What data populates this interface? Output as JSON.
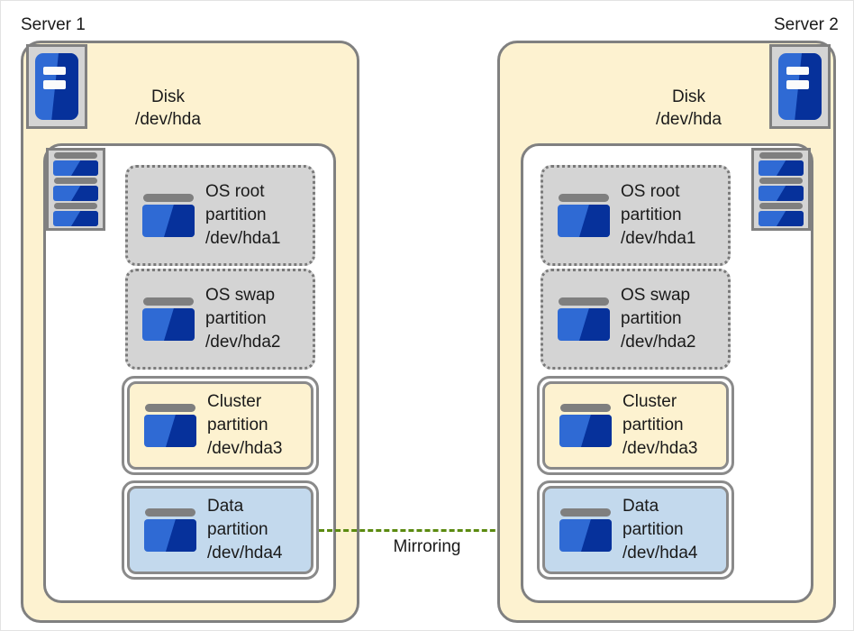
{
  "diagram": {
    "title_left": "Server 1",
    "title_right": "Server 2",
    "connector": {
      "label": "Mirroring",
      "color": "#4f8a0b",
      "style": "dashed-arrow",
      "direction": "left-to-right"
    },
    "colors": {
      "server_fill": "#fdf2d0",
      "disk_fill": "#ffffff",
      "os_partition_fill": "#d4d4d4",
      "cluster_partition_fill": "#fdf2d0",
      "data_partition_fill": "#c3d9ed",
      "outline": "#808080",
      "icon_blue_light": "#2f6ad4",
      "icon_blue_dark": "#06319b",
      "icon_cap_grey": "#7f7f7f"
    },
    "servers": [
      {
        "name": "Server 1",
        "icon_side": "left",
        "server_icon": "server-tower-icon",
        "disk_stack_icon": "disk-stack-icon",
        "disk": {
          "line1": "Disk",
          "line2": "/dev/hda"
        },
        "partitions": [
          {
            "line1": "OS root",
            "line2": "partition",
            "line3": "/dev/hda1",
            "style": "dotted"
          },
          {
            "line1": "OS swap",
            "line2": "partition",
            "line3": "/dev/hda2",
            "style": "dotted"
          },
          {
            "line1": "Cluster",
            "line2": "partition",
            "line3": "/dev/hda3",
            "style": "cluster"
          },
          {
            "line1": "Data",
            "line2": "partition",
            "line3": "/dev/hda4",
            "style": "data"
          }
        ]
      },
      {
        "name": "Server 2",
        "icon_side": "right",
        "server_icon": "server-tower-icon",
        "disk_stack_icon": "disk-stack-icon",
        "disk": {
          "line1": "Disk",
          "line2": "/dev/hda"
        },
        "partitions": [
          {
            "line1": "OS root",
            "line2": "partition",
            "line3": "/dev/hda1",
            "style": "dotted"
          },
          {
            "line1": "OS swap",
            "line2": "partition",
            "line3": "/dev/hda2",
            "style": "dotted"
          },
          {
            "line1": "Cluster",
            "line2": "partition",
            "line3": "/dev/hda3",
            "style": "cluster"
          },
          {
            "line1": "Data",
            "line2": "partition",
            "line3": "/dev/hda4",
            "style": "data"
          }
        ]
      }
    ]
  }
}
